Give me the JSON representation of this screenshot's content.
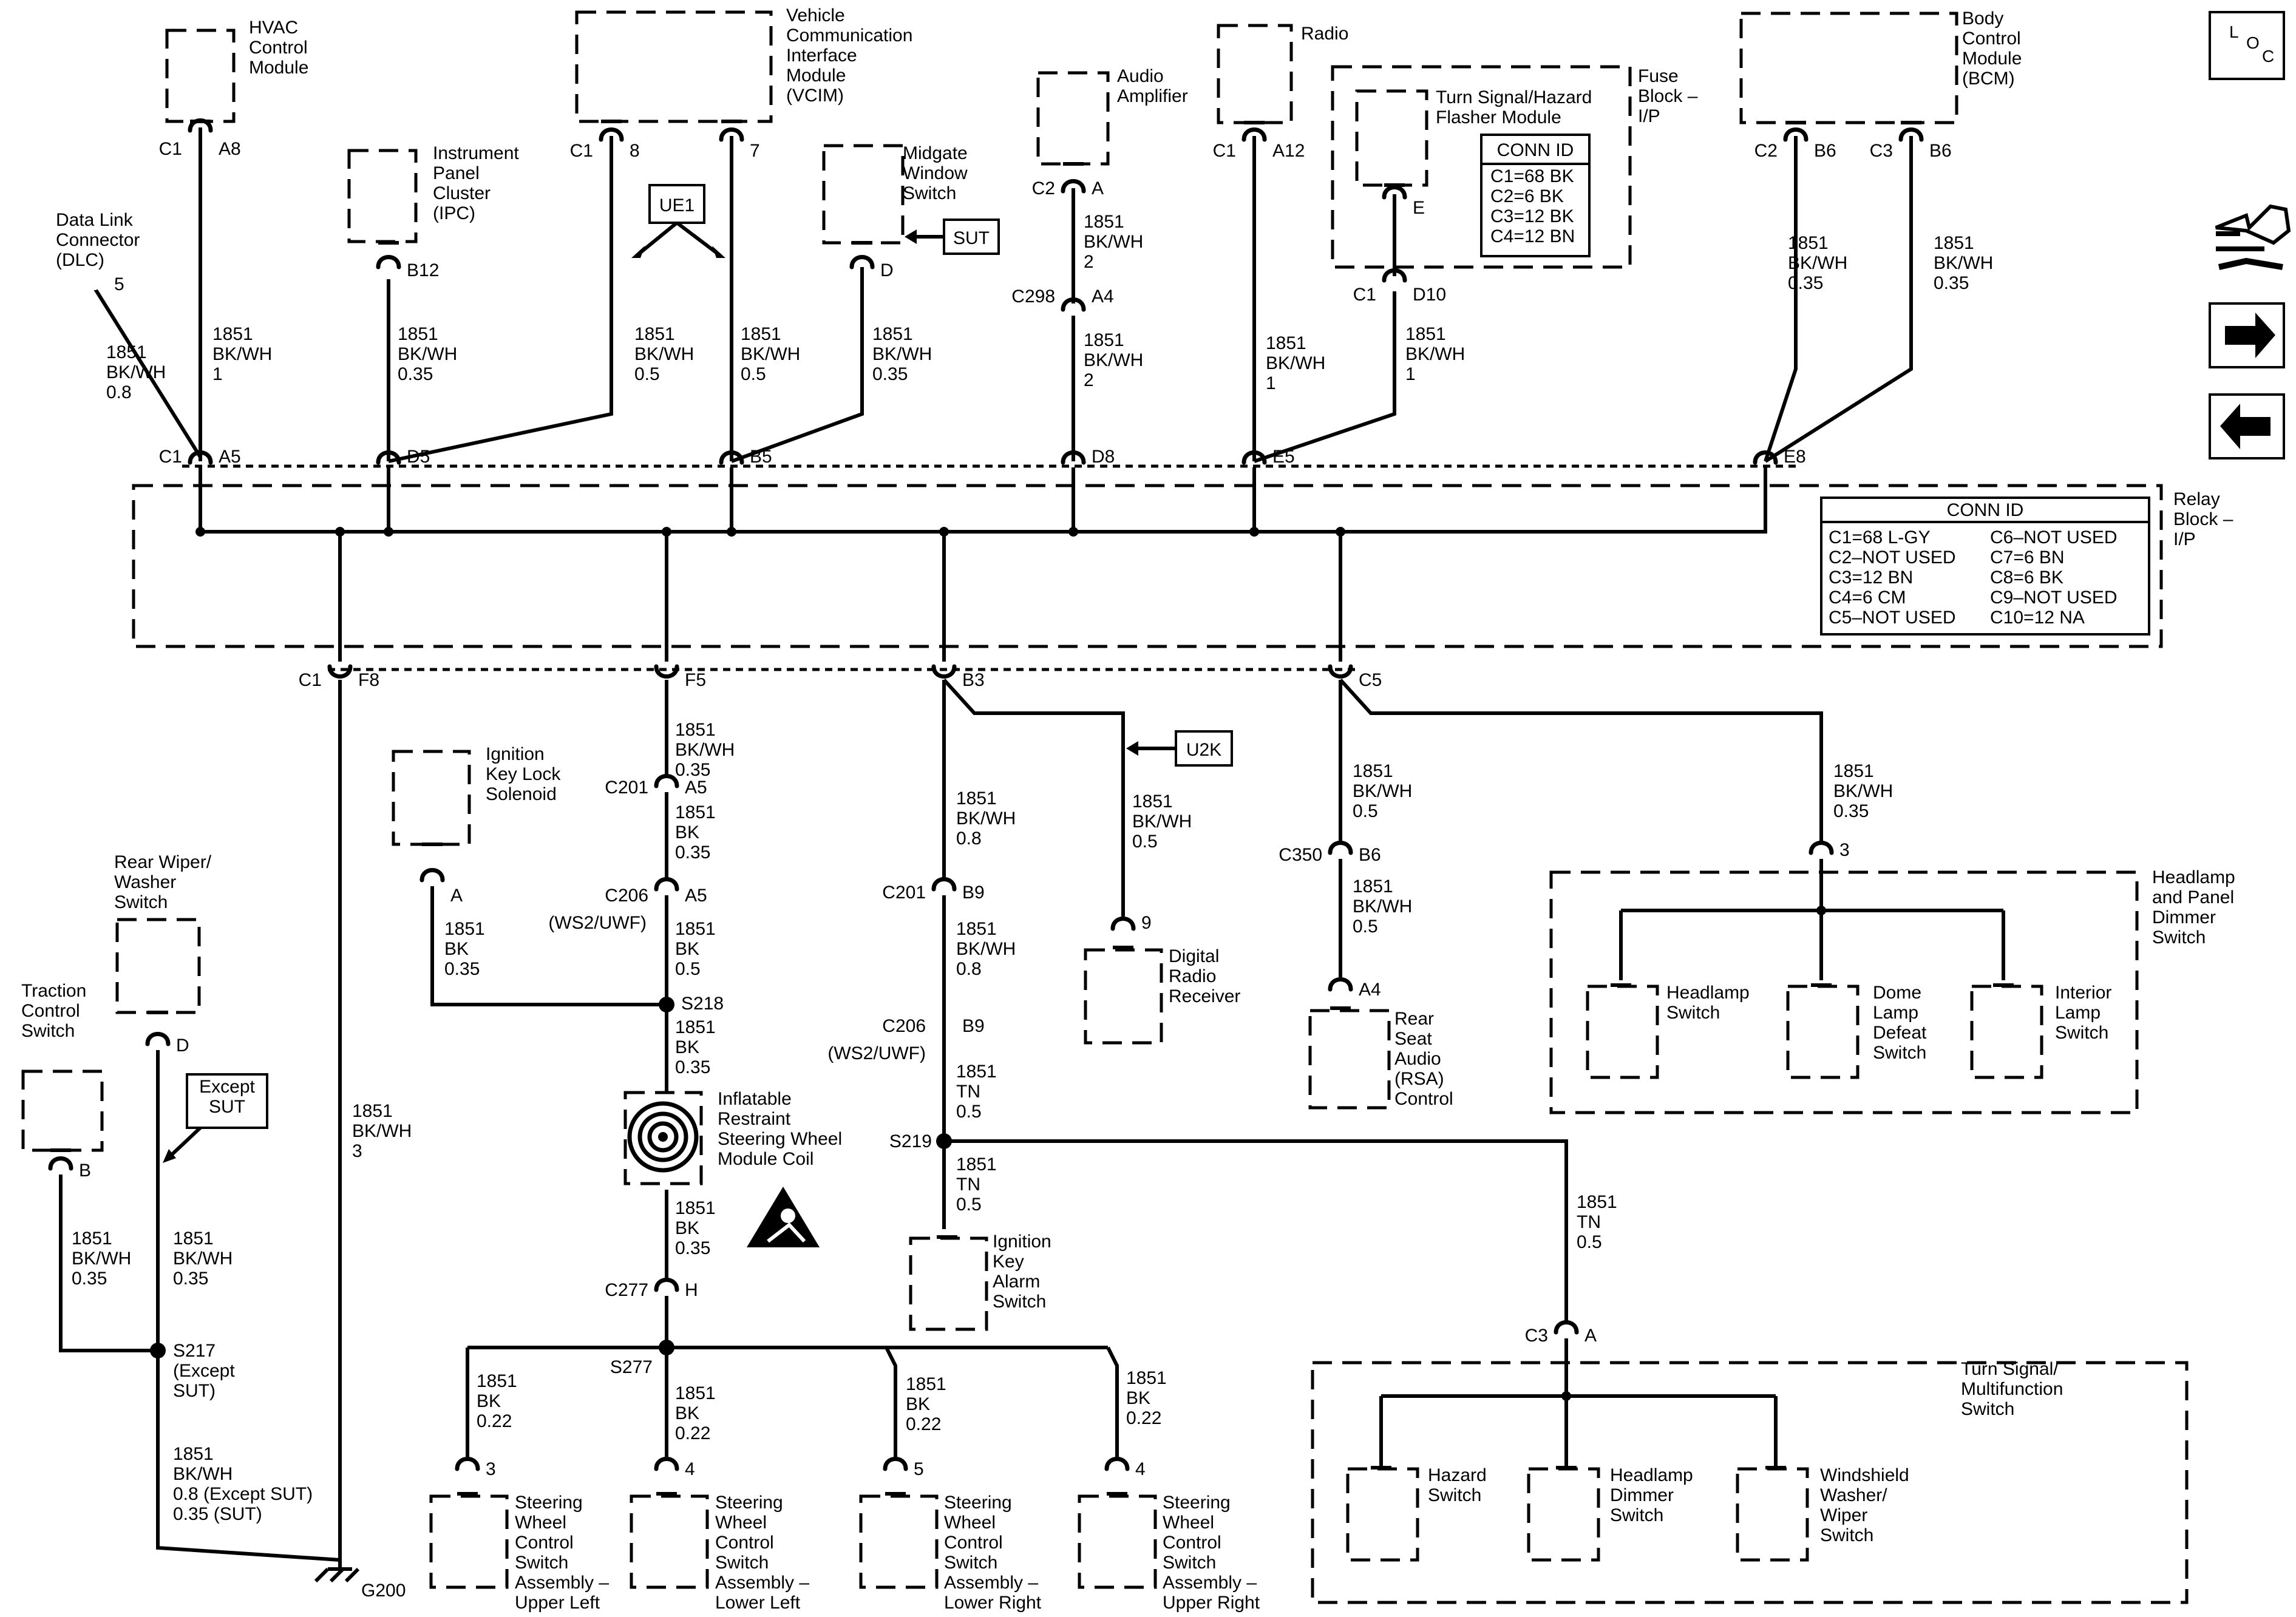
{
  "loc_icon": {
    "text": "L O C"
  },
  "nav_icons": [
    "component-locator-icon",
    "next-page-arrow-icon",
    "previous-page-arrow-icon"
  ],
  "modules": {
    "hvac": "HVAC|Control|Module",
    "vcim": "Vehicle|Communication|Interface|Module|(VCIM)",
    "audio_amp": "Audio|Amplifier",
    "radio": "Radio",
    "fuse_block": "Fuse|Block –|I/P",
    "flasher": "Turn Signal/Hazard|Flasher Module",
    "bcm": "Body|Control|Module|(BCM)",
    "ipc": "Instrument|Panel|Cluster|(IPC)",
    "midgate": "Midgate|Window|Switch",
    "dlc": "Data Link|Connector|(DLC)",
    "relay_block": "Relay|Block –|I/P",
    "ignition_lock": "Ignition|Key Lock|Solenoid",
    "rear_wiper": "Rear Wiper/|Washer|Switch",
    "traction": "Traction|Control|Switch",
    "coil": "Inflatable|Restraint|Steering Wheel|Module Coil",
    "digital_radio": "Digital|Radio|Receiver",
    "rsa": "Rear|Seat|Audio|(RSA)|Control",
    "dimmer": "Headlamp|and Panel|Dimmer|Switch",
    "headlamp_sw": "Headlamp|Switch",
    "dome_lamp": "Dome|Lamp|Defeat|Switch",
    "interior_lamp": "Interior|Lamp|Switch",
    "key_alarm": "Ignition|Key|Alarm|Switch",
    "turn_multi": "Turn Signal/|Multifunction|Switch",
    "hazard_sw": "Hazard|Switch",
    "hl_dimmer_sw": "Headlamp|Dimmer|Switch",
    "wash_wipe_sw": "Windshield|Washer/|Wiper|Switch",
    "sw_ul": "Steering|Wheel|Control|Switch|Assembly –|Upper Left",
    "sw_ll": "Steering|Wheel|Control|Switch|Assembly –|Lower Left",
    "sw_lr": "Steering|Wheel|Control|Switch|Assembly –|Lower Right",
    "sw_ur": "Steering|Wheel|Control|Switch|Assembly –|Upper Right"
  },
  "option_tags": {
    "ue1": "UE1",
    "sut": "SUT",
    "u2k": "U2K",
    "except_sut": "Except|SUT"
  },
  "conn_id_fuse": {
    "title": "CONN ID",
    "rows": [
      "C1=68 BK",
      "C2=6 BK",
      "C3=12 BK",
      "C4=12 BN"
    ]
  },
  "conn_id_relay": {
    "title": "CONN ID",
    "left": [
      "C1=68 L-GY",
      "C2–NOT USED",
      "C3=12 BN",
      "C4=6 CM",
      "C5–NOT USED"
    ],
    "right": [
      "C6–NOT USED",
      "C7=6 BN",
      "C8=6 BK",
      "C9–NOT USED",
      "C10=12 NA"
    ]
  },
  "connectors": {
    "hvac": [
      "C1",
      "A8"
    ],
    "vcim_l": [
      "C1",
      "8"
    ],
    "vcim_r": [
      "",
      "7"
    ],
    "ipc": [
      "",
      "B12"
    ],
    "midgate": [
      "",
      "D"
    ],
    "dlc": [
      "",
      "5"
    ],
    "amp": [
      "C2",
      "A"
    ],
    "c298": [
      "C298",
      "A4"
    ],
    "radio": [
      "C1",
      "A12"
    ],
    "flasher_e": [
      "",
      "E"
    ],
    "flasher_d10": [
      "C1",
      "D10"
    ],
    "bcm_b6": [
      "C2",
      "B6"
    ],
    "bcm_c3": [
      "C3",
      "B6"
    ],
    "rb_a5": [
      "C1",
      "A5"
    ],
    "rb_d5": [
      "",
      "D5"
    ],
    "rb_b5": [
      "",
      "B5"
    ],
    "rb_d8": [
      "",
      "D8"
    ],
    "rb_e5": [
      "",
      "E5"
    ],
    "rb_e8": [
      "",
      "E8"
    ],
    "rb_f8": [
      "C1",
      "F8"
    ],
    "rb_f5": [
      "",
      "F5"
    ],
    "rb_b3": [
      "",
      "B3"
    ],
    "rb_c5": [
      "",
      "C5"
    ],
    "c201a": [
      "C201",
      "A5"
    ],
    "c206a": [
      "C206",
      "A5"
    ],
    "ws2a": "(WS2/UWF)",
    "ign_a": [
      "",
      "A"
    ],
    "wiper_d": [
      "",
      "D"
    ],
    "traction_b": [
      "",
      "B"
    ],
    "c201b": [
      "C201",
      "B9"
    ],
    "c206b": [
      "C206",
      "B9"
    ],
    "ws2b": "(WS2/UWF)",
    "dr9": [
      "",
      "9"
    ],
    "c350": [
      "C350",
      "B6"
    ],
    "rsa_a4": [
      "",
      "A4"
    ],
    "dim3": [
      "",
      "3"
    ],
    "c277": [
      "C277",
      "H"
    ],
    "c3a": [
      "C3",
      "A"
    ],
    "sw3": [
      "",
      "3"
    ],
    "sw4a": [
      "",
      "4"
    ],
    "sw5": [
      "",
      "5"
    ],
    "sw4b": [
      "",
      "4"
    ]
  },
  "wires": {
    "dlc": "1851|BK/WH|0.8",
    "hvac": "1851|BK/WH|1",
    "ipc": "1851|BK/WH|0.35",
    "vcim8": "1851|BK/WH|0.5",
    "vcim7": "1851|BK/WH|0.5",
    "midgate": "1851|BK/WH|0.35",
    "amp_up": "1851|BK/WH|2",
    "amp_dn": "1851|BK/WH|2",
    "radio": "1851|BK/WH|1",
    "flasher": "1851|BK/WH|1",
    "bcm_l": "1851|BK/WH|0.35",
    "bcm_r": "1851|BK/WH|0.35",
    "f5_down": "1851|BK/WH|0.35",
    "c201_206": "1851|BK|0.35",
    "c206_s218": "1851|BK|0.5",
    "ign": "1851|BK|0.35",
    "s218_coil": "1851|BK|0.35",
    "coil_c277": "1851|BK|0.35",
    "b3_down": "1851|BK/WH|0.8",
    "c201_c206b": "1851|BK/WH|0.8",
    "c206_s219": "1851|TN|0.5",
    "s219_down": "1851|TN|0.5",
    "s219_right": "1851|TN|0.5",
    "u2k": "1851|BK/WH|0.5",
    "c5_down": "1851|BK/WH|0.5",
    "c350_down": "1851|BK/WH|0.5",
    "c5_right": "1851|BK/WH|0.35",
    "f8": "1851|BK/WH|3",
    "traction": "1851|BK/WH|0.35",
    "wiper": "1851|BK/WH|0.35",
    "s217_down": "1851|BK/WH|0.8 (Except SUT)|0.35 (SUT)",
    "sw_ul": "1851|BK|0.22",
    "sw_ll": "1851|BK|0.22",
    "sw_lr": "1851|BK|0.22",
    "sw_ur": "1851|BK|0.22"
  },
  "splices": {
    "s218": "S218",
    "s219": "S219",
    "s217": "S217|(Except|SUT)",
    "s277": "S277"
  },
  "ground": "G200",
  "airbag_warning_icon": "airbag-warning-icon"
}
